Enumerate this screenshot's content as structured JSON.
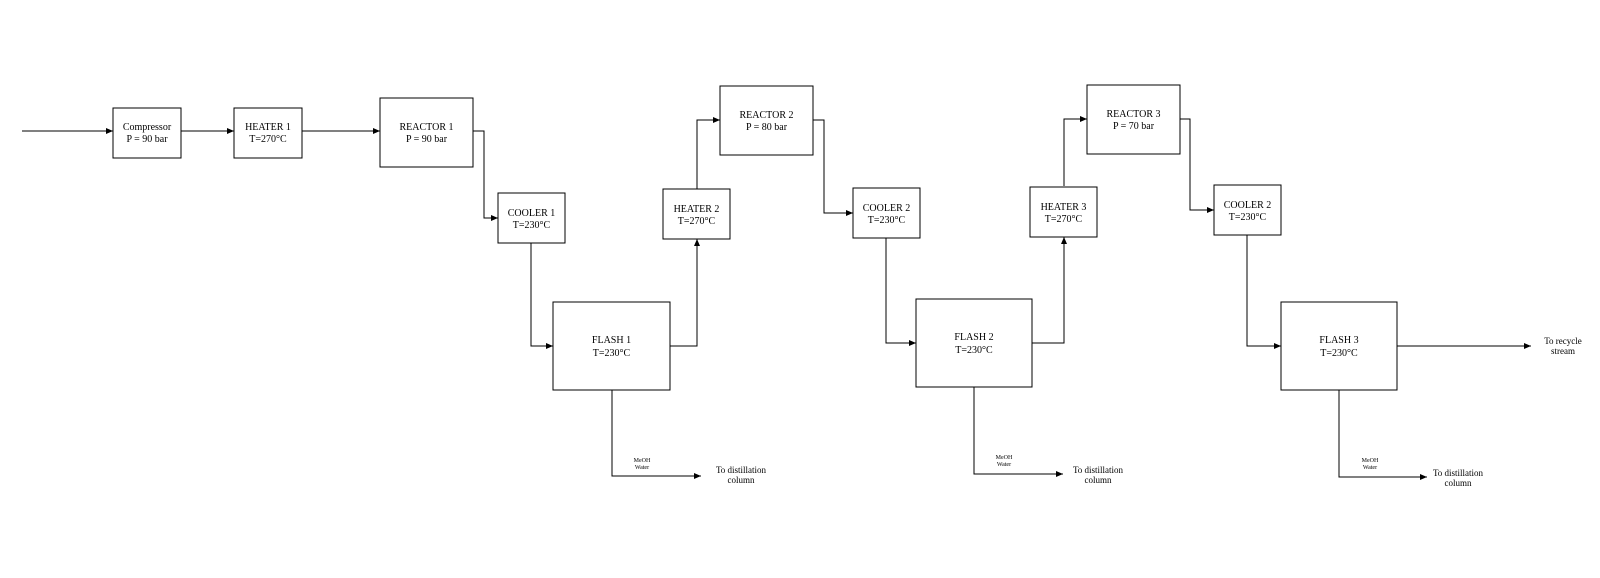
{
  "units": {
    "compressor": {
      "name": "Compressor",
      "param": "P = 90 bar"
    },
    "heater1": {
      "name": "HEATER 1",
      "param": "T=270°C"
    },
    "reactor1": {
      "name": "REACTOR 1",
      "param": "P = 90 bar"
    },
    "cooler1": {
      "name": "COOLER 1",
      "param": "T=230°C"
    },
    "flash1": {
      "name": "FLASH 1",
      "param": "T=230°C"
    },
    "heater2": {
      "name": "HEATER 2",
      "param": "T=270°C"
    },
    "reactor2": {
      "name": "REACTOR 2",
      "param": "P = 80 bar"
    },
    "cooler2a": {
      "name": "COOLER 2",
      "param": "T=230°C"
    },
    "flash2": {
      "name": "FLASH 2",
      "param": "T=230°C"
    },
    "heater3": {
      "name": "HEATER 3",
      "param": "T=270°C"
    },
    "reactor3": {
      "name": "REACTOR 3",
      "param": "P = 70 bar"
    },
    "cooler2b": {
      "name": "COOLER 2",
      "param": "T=230°C"
    },
    "flash3": {
      "name": "FLASH 3",
      "param": "T=230°C"
    }
  },
  "streams": {
    "bottoms_components": [
      "MeOH",
      "Water"
    ],
    "distillation_label": [
      "To distillation",
      "column"
    ],
    "recycle_label": [
      "To recycle",
      "stream"
    ]
  }
}
